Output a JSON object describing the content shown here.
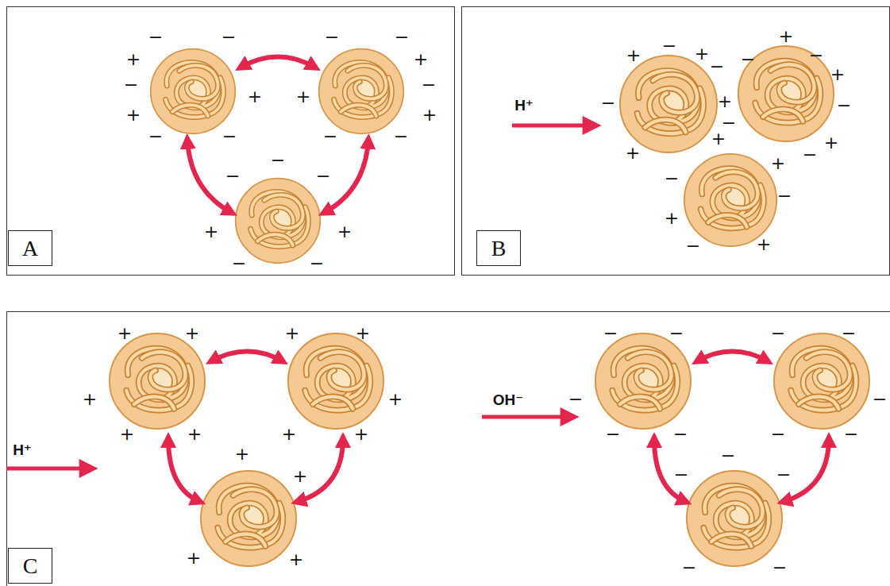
{
  "diagram": {
    "nodes": [
      {
        "text": [
          "A"
        ]
      },
      {
        "text": [
          "B"
        ]
      },
      {
        "text": [
          "C"
        ]
      }
    ],
    "labels": [
      "−",
      "−",
      "+",
      "−",
      "+",
      "+",
      "−",
      "−",
      "−",
      "−",
      "+",
      "+",
      "−",
      "+",
      "−",
      "−",
      "−",
      "−",
      "−",
      "+",
      "+",
      "−",
      "−",
      "H⁺",
      "+",
      "−",
      "+",
      "−",
      "−",
      "+",
      "−",
      "+",
      "+",
      "−",
      "+",
      "−",
      "+",
      "−",
      "+",
      "−",
      "+",
      "−",
      "−",
      "+",
      "−",
      "+",
      "H⁺",
      "+",
      "+",
      "+",
      "+",
      "+",
      "+",
      "+",
      "+",
      "+",
      "+",
      "+",
      "+",
      "+",
      "+",
      "OH⁻",
      "−",
      "−",
      "−",
      "−",
      "−",
      "−",
      "−",
      "−",
      "−",
      "−",
      "−",
      "−",
      "−",
      "−",
      "−"
    ]
  }
}
